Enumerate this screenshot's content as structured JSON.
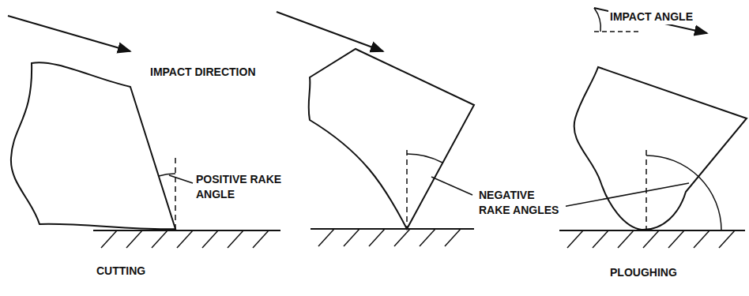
{
  "diagram": {
    "labels": [
      "IMPACT DIRECTION",
      "IMPACT ANGLE",
      "POSITIVE RAKE ANGLE",
      "NEGATIVE RAKE ANGLES",
      "CUTTING",
      "PLOUGHING"
    ]
  }
}
